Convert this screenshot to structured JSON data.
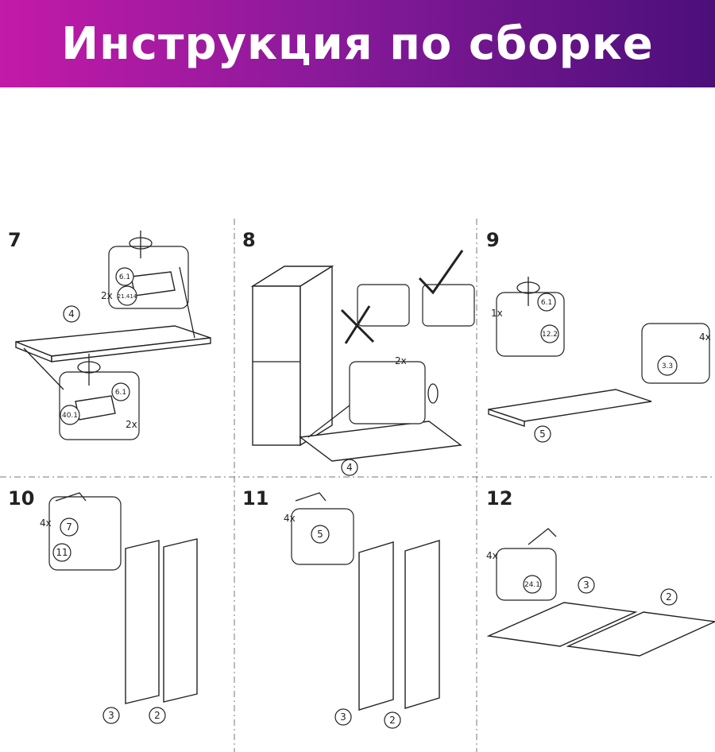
{
  "header": {
    "title": "Инструкция по сборке"
  },
  "steps": [
    {
      "number": "7",
      "labels": {
        "qty_top": "2x",
        "part_top": "6.1",
        "part_top2": "21.414",
        "panel": "4",
        "part_bottom": "6.1",
        "part_bottom2": "40.1",
        "qty_bottom": "2x"
      }
    },
    {
      "number": "8",
      "labels": {
        "qty": "2x",
        "panel": "4"
      }
    },
    {
      "number": "9",
      "labels": {
        "qty_left": "1x",
        "part_left": "6.1",
        "part_left2": "12.2",
        "qty_right": "4x",
        "part_right": "3.3",
        "panel": "5"
      }
    },
    {
      "number": "10",
      "labels": {
        "qty": "4x",
        "part_a": "7",
        "part_b": "11",
        "panel_left": "3",
        "panel_right": "2"
      }
    },
    {
      "number": "11",
      "labels": {
        "qty": "4x",
        "part": "5",
        "panel_left": "3",
        "panel_right": "2"
      }
    },
    {
      "number": "12",
      "labels": {
        "qty": "4x",
        "part": "24.1",
        "panel_left": "3",
        "panel_right": "2"
      }
    }
  ]
}
